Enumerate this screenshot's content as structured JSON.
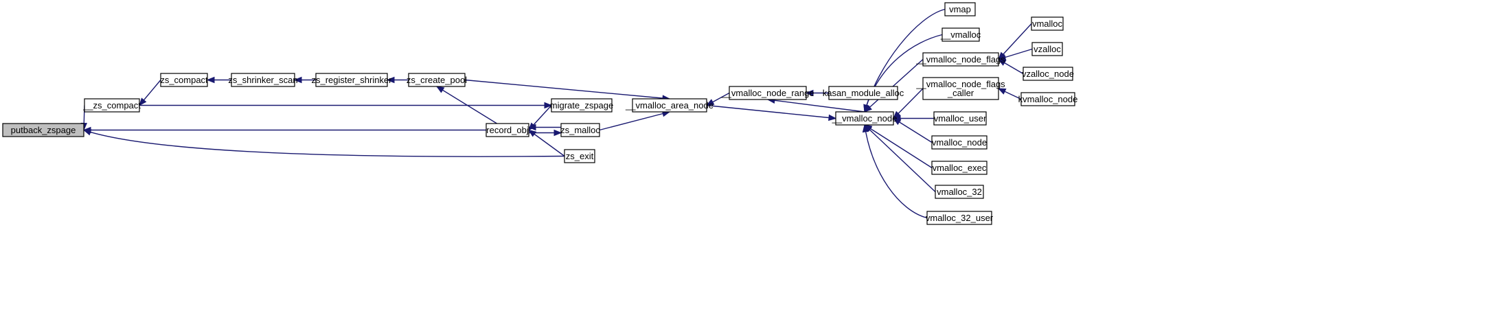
{
  "colors": {
    "edge": "#191970",
    "root_fill": "#bfbfbf",
    "node_fill": "#ffffff",
    "node_border": "#000000"
  },
  "nodes": [
    {
      "id": "putback_zspage",
      "label": "putback_zspage",
      "root": true
    },
    {
      "id": "__zs_compact",
      "label": "__zs_compact"
    },
    {
      "id": "zs_compact",
      "label": "zs_compact"
    },
    {
      "id": "zs_shrinker_scan",
      "label": "zs_shrinker_scan"
    },
    {
      "id": "zs_register_shrinker",
      "label": "zs_register_shrinker"
    },
    {
      "id": "zs_create_pool",
      "label": "zs_create_pool"
    },
    {
      "id": "migrate_zspage",
      "label": "migrate_zspage"
    },
    {
      "id": "record_obj",
      "label": "record_obj"
    },
    {
      "id": "zs_malloc",
      "label": "zs_malloc"
    },
    {
      "id": "zs_exit",
      "label": "zs_exit"
    },
    {
      "id": "__vmalloc_area_node",
      "label": "__vmalloc_area_node"
    },
    {
      "id": "__vmalloc_node_range",
      "label": "__vmalloc_node_range"
    },
    {
      "id": "kasan_module_alloc",
      "label": "kasan_module_alloc"
    },
    {
      "id": "__vmalloc_node",
      "label": "__vmalloc_node"
    },
    {
      "id": "vmap",
      "label": "vmap"
    },
    {
      "id": "__vmalloc",
      "label": "__vmalloc"
    },
    {
      "id": "__vmalloc_node_flags",
      "label": "__vmalloc_node_flags"
    },
    {
      "id": "__vmalloc_node_flags_caller",
      "label": "__vmalloc_node_flags\n_caller"
    },
    {
      "id": "vmalloc_user",
      "label": "vmalloc_user"
    },
    {
      "id": "vmalloc_node",
      "label": "vmalloc_node"
    },
    {
      "id": "vmalloc_exec",
      "label": "vmalloc_exec"
    },
    {
      "id": "vmalloc_32",
      "label": "vmalloc_32"
    },
    {
      "id": "vmalloc_32_user",
      "label": "vmalloc_32_user"
    },
    {
      "id": "vmalloc",
      "label": "vmalloc"
    },
    {
      "id": "vzalloc",
      "label": "vzalloc"
    },
    {
      "id": "vzalloc_node",
      "label": "vzalloc_node"
    },
    {
      "id": "kvmalloc_node",
      "label": "kvmalloc_node"
    }
  ],
  "edges": [
    {
      "from": "__zs_compact",
      "to": "putback_zspage"
    },
    {
      "from": "record_obj",
      "to": "putback_zspage"
    },
    {
      "from": "zs_exit",
      "to": "putback_zspage"
    },
    {
      "from": "zs_compact",
      "to": "__zs_compact"
    },
    {
      "from": "__zs_compact",
      "to": "migrate_zspage"
    },
    {
      "from": "zs_shrinker_scan",
      "to": "zs_compact"
    },
    {
      "from": "zs_register_shrinker",
      "to": "zs_shrinker_scan"
    },
    {
      "from": "zs_create_pool",
      "to": "zs_register_shrinker"
    },
    {
      "from": "record_obj",
      "to": "zs_create_pool"
    },
    {
      "from": "zs_create_pool",
      "to": "__vmalloc_area_node"
    },
    {
      "from": "migrate_zspage",
      "to": "record_obj"
    },
    {
      "from": "zs_malloc",
      "to": "record_obj"
    },
    {
      "from": "record_obj",
      "to": "zs_malloc"
    },
    {
      "from": "zs_exit",
      "to": "record_obj"
    },
    {
      "from": "zs_malloc",
      "to": "__vmalloc_area_node"
    },
    {
      "from": "__vmalloc_node_range",
      "to": "__vmalloc_area_node"
    },
    {
      "from": "__vmalloc_area_node",
      "to": "__vmalloc_node"
    },
    {
      "from": "kasan_module_alloc",
      "to": "__vmalloc_node_range"
    },
    {
      "from": "__vmalloc_node",
      "to": "__vmalloc_node_range"
    },
    {
      "from": "vmap",
      "to": "__vmalloc_node"
    },
    {
      "from": "__vmalloc",
      "to": "__vmalloc_node"
    },
    {
      "from": "__vmalloc_node_flags",
      "to": "__vmalloc_node"
    },
    {
      "from": "__vmalloc_node_flags_caller",
      "to": "__vmalloc_node"
    },
    {
      "from": "vmalloc_user",
      "to": "__vmalloc_node"
    },
    {
      "from": "vmalloc_node",
      "to": "__vmalloc_node"
    },
    {
      "from": "vmalloc_exec",
      "to": "__vmalloc_node"
    },
    {
      "from": "vmalloc_32",
      "to": "__vmalloc_node"
    },
    {
      "from": "vmalloc_32_user",
      "to": "__vmalloc_node"
    },
    {
      "from": "vmalloc",
      "to": "__vmalloc_node_flags"
    },
    {
      "from": "vzalloc",
      "to": "__vmalloc_node_flags"
    },
    {
      "from": "vzalloc_node",
      "to": "__vmalloc_node_flags"
    },
    {
      "from": "kvmalloc_node",
      "to": "__vmalloc_node_flags_caller"
    }
  ]
}
